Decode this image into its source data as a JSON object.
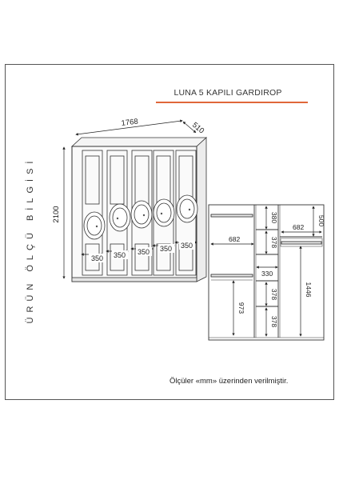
{
  "title": "LUNA 5 KAPILI GARDIROP",
  "side_label": "ÜRÜN ÖLÇÜ BİLGİSİ",
  "note": "Ölçüler «mm» üzerinden verilmiştir.",
  "accent_color": "#e0673a",
  "front": {
    "width_label": "1768",
    "depth_label": "510",
    "height_label": "2100",
    "door_labels": [
      "350",
      "350",
      "350",
      "350",
      "350"
    ]
  },
  "interior": {
    "dim_682_left": "682",
    "dim_973": "973",
    "dim_380": "380",
    "dim_378_a": "378",
    "dim_330": "330",
    "dim_378_b": "378",
    "dim_378_c": "378",
    "dim_500": "500",
    "dim_682_right": "682",
    "dim_1446": "1446"
  }
}
